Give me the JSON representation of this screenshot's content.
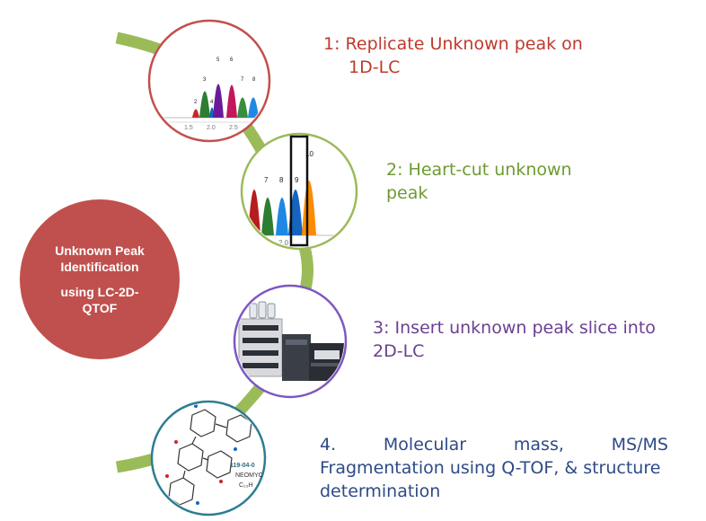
{
  "steps": [
    {
      "label": "1: Replicate Unknown peak on",
      "label_cont": "1D-LC",
      "color": "#c0392b"
    },
    {
      "label": "2: Heart-cut unknown",
      "label_cont": "peak",
      "color": "#6f9a33"
    },
    {
      "label": "3: Insert unknown peak slice into",
      "label_cont": "2D-LC",
      "color": "#6b3f93"
    },
    {
      "label_words": [
        "4.",
        "Molecular",
        "mass,",
        "MS/MS"
      ],
      "label_cont": "Fragmentation using Q-TOF, & structure",
      "label_cont2": "determination",
      "color": "#2e4a86"
    }
  ],
  "center": {
    "line1": "Unknown Peak",
    "line2": "Identification",
    "line3": "using LC-2D-",
    "line4": "QTOF",
    "color": "#c0504d"
  },
  "chromatogram1": {
    "peak_labels": [
      "2",
      "3",
      "4",
      "5",
      "6",
      "7",
      "8"
    ],
    "axis_ticks": [
      "1.5",
      "2.0",
      "2.5"
    ]
  },
  "chromatogram2": {
    "peak_labels": [
      "7",
      "8",
      "9",
      "10"
    ],
    "axis_ticks": [
      "2.0"
    ]
  },
  "molecule": {
    "texts": [
      "119-04-0",
      "NEOMYC",
      "C₂₃H"
    ]
  },
  "path_color": "#9bbb59"
}
